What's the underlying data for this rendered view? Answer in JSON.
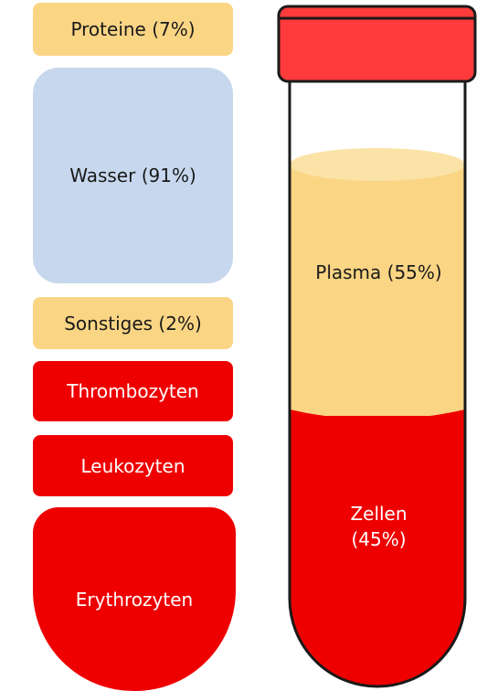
{
  "colors": {
    "plasma": "#fad584",
    "plasma_top": "#fbe3a8",
    "water": "#c7d8ee",
    "cells": "#ef0000",
    "cap": "#ff3b3b",
    "dark_text": "#1a1a1a",
    "light_text": "#ffffff"
  },
  "components": {
    "proteine": "Proteine (7%)",
    "wasser": "Wasser (91%)",
    "sonstiges": "Sonstiges (2%)",
    "thrombozyten": "Thrombozyten",
    "leukozyten": "Leukozyten",
    "erythrozyten": "Erythrozyten"
  },
  "tube": {
    "plasma_label": "Plasma (55%)",
    "cells_label_line1": "Zellen",
    "cells_label_line2": "(45%)",
    "plasma_fraction": 0.55,
    "cells_fraction": 0.45
  }
}
